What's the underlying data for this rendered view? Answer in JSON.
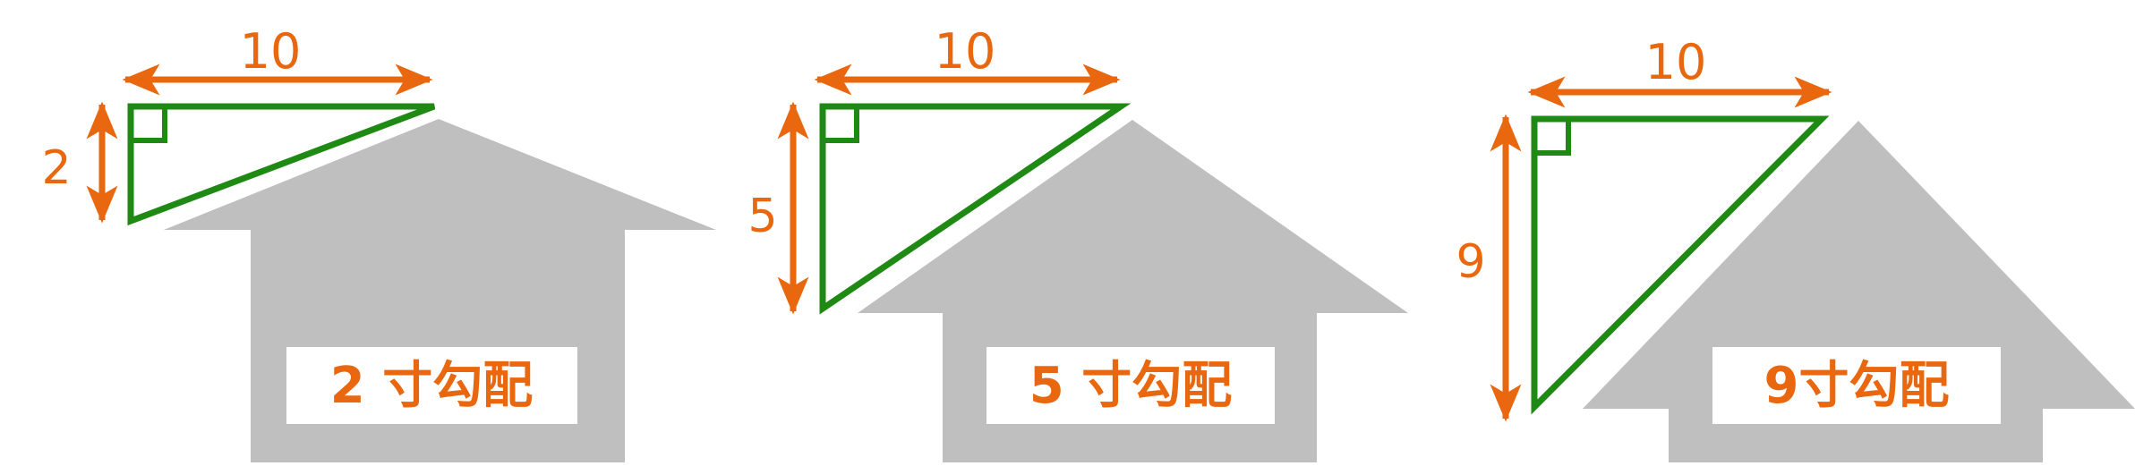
{
  "colors": {
    "house": "#bfbfbf",
    "triangle": "#1e8a14",
    "dimension": "#e8670f",
    "label_box": "#ffffff"
  },
  "panels": [
    {
      "run": "10",
      "rise": "2",
      "label": "2 寸勾配"
    },
    {
      "run": "10",
      "rise": "5",
      "label": "5 寸勾配"
    },
    {
      "run": "10",
      "rise": "9",
      "label": "9寸勾配"
    }
  ]
}
